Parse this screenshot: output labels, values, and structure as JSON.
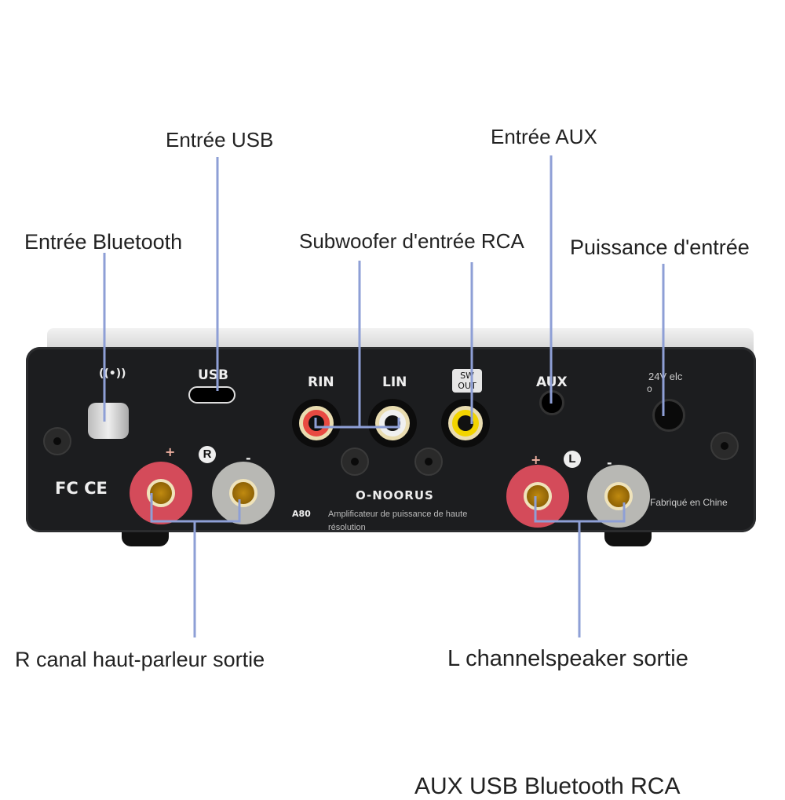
{
  "callouts": {
    "usb": "Entrée USB",
    "aux": "Entrée AUX",
    "bluetooth": "Entrée Bluetooth",
    "subwoofer": "Subwoofer d'entrée RCA",
    "power": "Puissance d'entrée",
    "r_out": "R canal haut-parleur sortie",
    "l_out": "L channelspeaker sortie",
    "bottom_cut": "AUX USB  Bluetooth  RCA"
  },
  "panel": {
    "usb": "USB",
    "rin": "RIN",
    "lin": "LIN",
    "sw": "SW",
    "out": "OUT",
    "aux": "AUX",
    "r": "R",
    "l": "L",
    "plus": "+",
    "minus": "-",
    "power_label": "24V elc",
    "power_label2": "o",
    "certs": "FC CE",
    "model": "A80",
    "brand": "O-NOORUS",
    "description": "Amplificateur de puissance de haute résolution",
    "made_in": "Fabriqué en Chine"
  },
  "colors": {
    "line": "#8e9fd6",
    "panel": "#1c1d1f"
  }
}
